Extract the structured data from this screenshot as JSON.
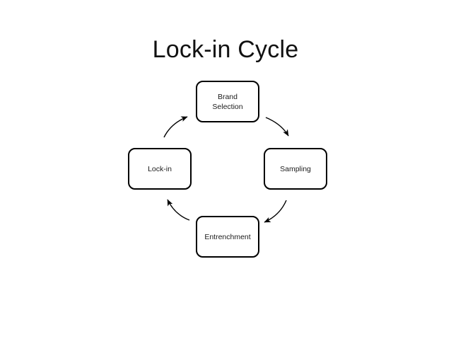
{
  "slide": {
    "title": "Lock-in Cycle",
    "background_color": "#ffffff",
    "line_color": "#000000",
    "text_color": "#1a1a1a"
  },
  "diagram": {
    "type": "cycle",
    "direction": "clockwise",
    "nodes": [
      {
        "id": "brand-selection",
        "label": "Brand\nSelection",
        "position": "top"
      },
      {
        "id": "sampling",
        "label": "Sampling",
        "position": "right"
      },
      {
        "id": "entrenchment",
        "label": "Entrenchment",
        "position": "bottom"
      },
      {
        "id": "lock-in",
        "label": "Lock-in",
        "position": "left"
      }
    ],
    "arrows": [
      {
        "id": "arrow-brand-selection-to-sampling",
        "from": "brand-selection",
        "to": "sampling",
        "icon": "curved-arrow-icon"
      },
      {
        "id": "arrow-sampling-to-entrenchment",
        "from": "sampling",
        "to": "entrenchment",
        "icon": "curved-arrow-icon"
      },
      {
        "id": "arrow-entrenchment-to-lock-in",
        "from": "entrenchment",
        "to": "lock-in",
        "icon": "curved-arrow-icon"
      },
      {
        "id": "arrow-lock-in-to-brand-selection",
        "from": "lock-in",
        "to": "brand-selection",
        "icon": "curved-arrow-icon"
      }
    ]
  }
}
